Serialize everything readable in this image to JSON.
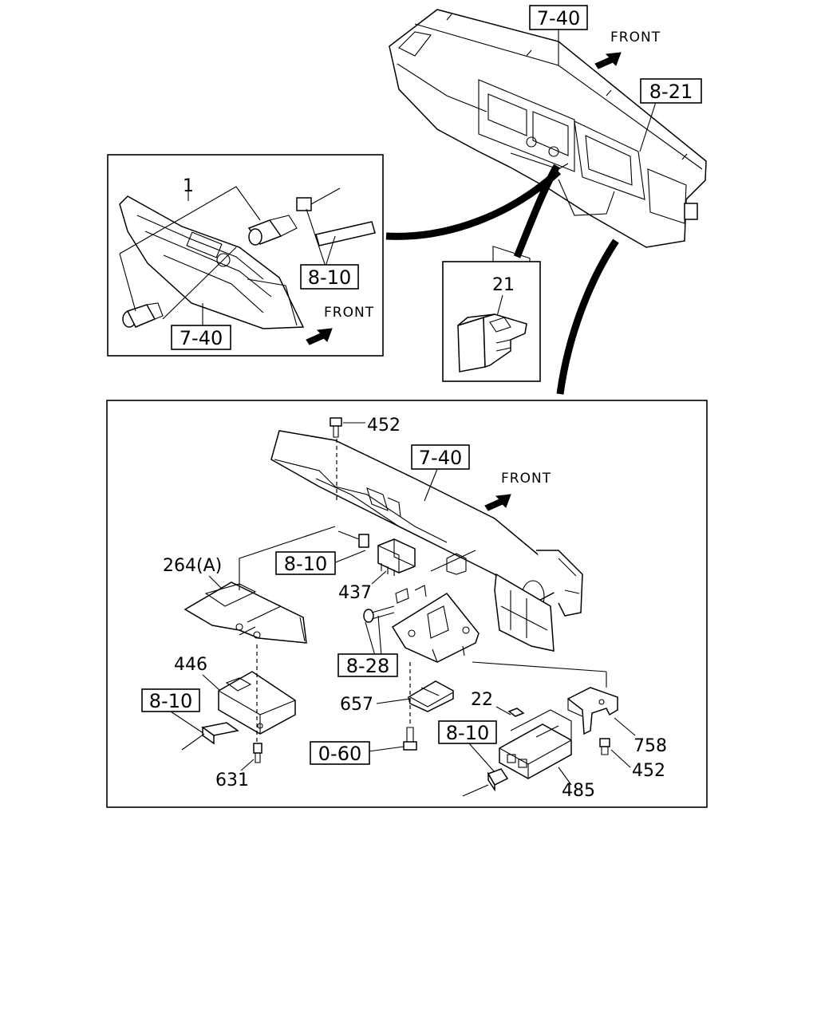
{
  "front_label": "FRONT",
  "references": {
    "top_dash": "7-40",
    "top_right": "8-21",
    "inset_connector": "8-10",
    "inset_panel": "7-40",
    "main_dash": "7-40",
    "main_connector_a": "8-10",
    "main_bracket": "8-28",
    "main_connector_left": "8-10",
    "main_bolt": "0-60",
    "main_connector_right": "8-10"
  },
  "callouts": {
    "switch_assembly": "1",
    "switch_21": "21",
    "bolt_top": "452",
    "bracket_264": "264(A)",
    "relay_437": "437",
    "module_446": "446",
    "bracket_657": "657",
    "part_22": "22",
    "bracket_758": "758",
    "bolt_bottom": "452",
    "screw_631": "631",
    "unit_485": "485"
  }
}
